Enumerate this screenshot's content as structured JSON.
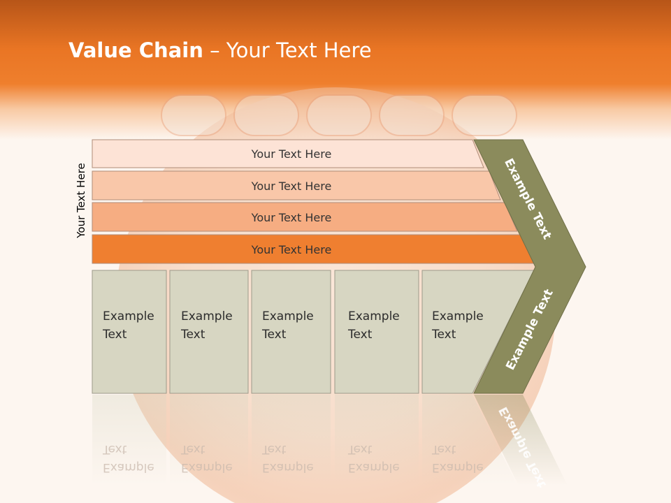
{
  "slide": {
    "title_bold": "Value Chain",
    "title_rest": " – Your Text Here",
    "side_label": "Your Text Here"
  },
  "bars": [
    {
      "label": "Your Text Here",
      "color": "#fde3d6"
    },
    {
      "label": "Your Text Here",
      "color": "#f9c7a9"
    },
    {
      "label": "Your Text Here",
      "color": "#f6ad82"
    },
    {
      "label": "Your Text Here",
      "color": "#ef7f30"
    }
  ],
  "boxes": [
    {
      "line1": "Example",
      "line2": "Text"
    },
    {
      "line1": "Example",
      "line2": "Text"
    },
    {
      "line1": "Example",
      "line2": "Text"
    },
    {
      "line1": "Example",
      "line2": "Text"
    },
    {
      "line1": "Example",
      "line2": "Text"
    }
  ],
  "chevron": {
    "top_label": "Example Text",
    "bottom_label": "Example Text",
    "color": "#8b8b5c"
  },
  "colors": {
    "box_fill": "#d7d6c2",
    "header": "#e97524"
  }
}
